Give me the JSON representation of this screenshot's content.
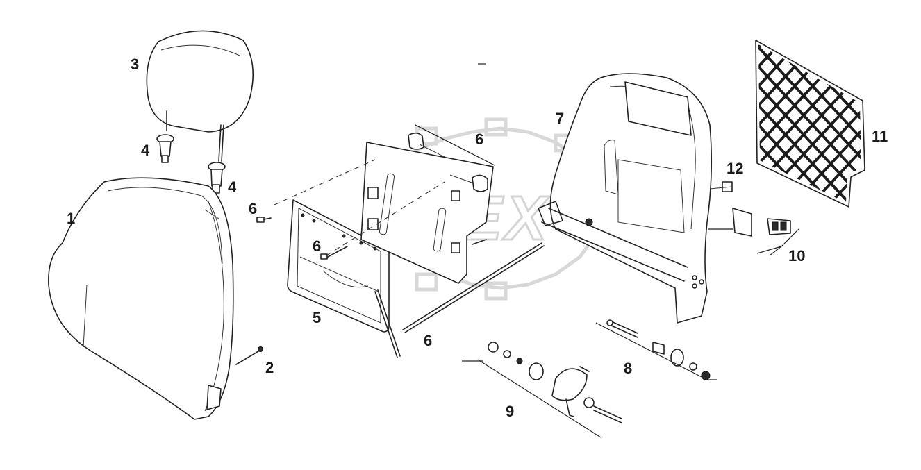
{
  "watermark": {
    "text": "OPEX"
  },
  "callouts": {
    "c1": "1",
    "c2": "2",
    "c3": "3",
    "c4a": "4",
    "c4b": "4",
    "c5": "5",
    "c6a": "6",
    "c6b": "6",
    "c6c": "6",
    "c6d": "6",
    "c7": "7",
    "c8": "8",
    "c9": "9",
    "c10": "10",
    "c11": "11",
    "c12": "12"
  }
}
